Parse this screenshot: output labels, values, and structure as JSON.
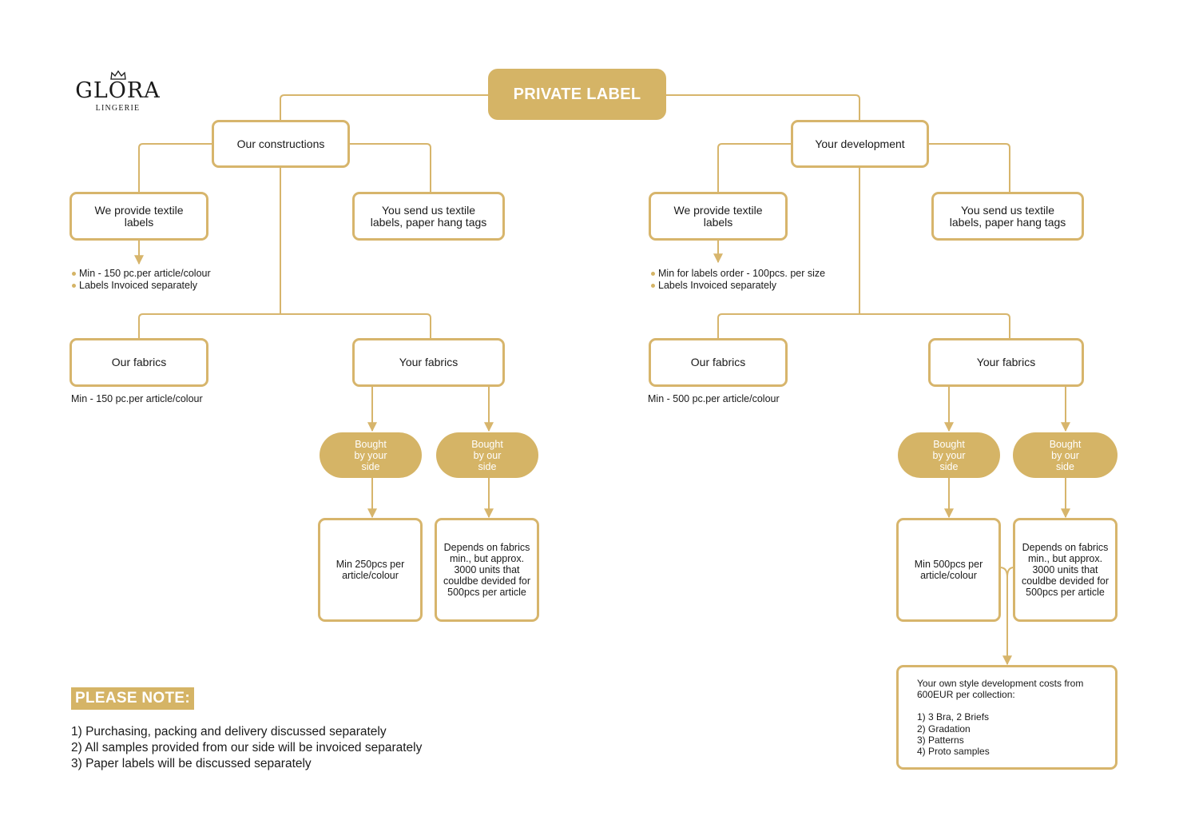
{
  "logo": {
    "name": "GLORA",
    "subtitle": "LINGERIE",
    "icon": "crown-icon"
  },
  "colors": {
    "accent": "#d5b466",
    "border": "#d7b56c",
    "text": "#1a1a1a"
  },
  "root": {
    "label": "PRIVATE LABEL"
  },
  "left": {
    "branch": "Our constructions",
    "labels_ours": "We provide textile labels",
    "labels_yours": "You send us textile labels, paper hang tags",
    "labels_notes": [
      "Min - 150 pc.per article/colour",
      "Labels Invoiced separately"
    ],
    "fabrics_ours": "Our fabrics",
    "fabrics_ours_note": "Min - 150 pc.per article/colour",
    "fabrics_yours": "Your fabrics",
    "bought_yours": "Bought by your side",
    "bought_ours": "Bought by our side",
    "min_yours": "Min 250pcs per article/colour",
    "min_ours": "Depends on fabrics min., but approx. 3000 units that couldbe devided for 500pcs per article"
  },
  "right": {
    "branch": "Your development",
    "labels_ours": "We provide textile labels",
    "labels_yours": "You send us textile labels, paper hang tags",
    "labels_notes": [
      "Min for labels order - 100pcs. per size",
      "Labels Invoiced separately"
    ],
    "fabrics_ours": "Our fabrics",
    "fabrics_ours_note": "Min - 500 pc.per article/colour",
    "fabrics_yours": "Your fabrics",
    "bought_yours": "Bought by your side",
    "bought_ours": "Bought by our side",
    "min_yours": "Min 500pcs per article/colour",
    "min_ours": "Depends on fabrics min., but approx. 3000 units that couldbe devided for 500pcs per article",
    "dev_costs": "Your own style development costs from 600EUR per collection:\n\n1) 3 Bra, 2 Briefs\n2) Gradation\n3) Patterns\n4) Proto samples"
  },
  "note": {
    "title": "PLEASE NOTE:",
    "items": [
      "1) Purchasing, packing and delivery discussed separately",
      "2) All samples provided from our side will be invoiced separately",
      "3) Paper labels will be discussed separately"
    ]
  }
}
